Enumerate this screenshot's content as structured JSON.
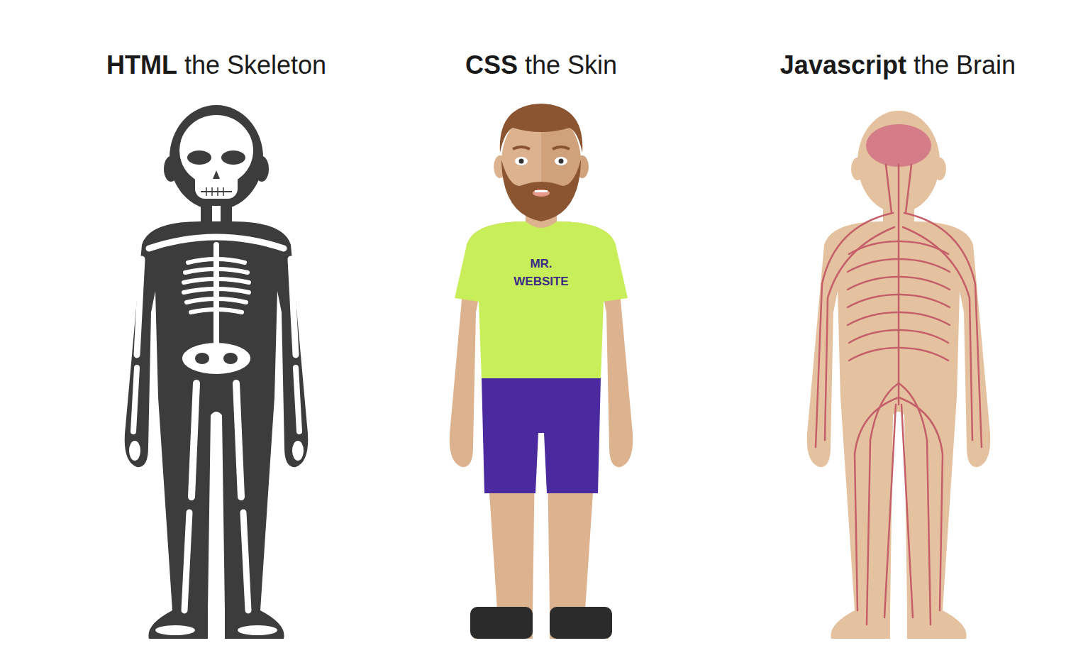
{
  "diagram": {
    "labels": [
      "HTML",
      "the Skeleton",
      "CSS",
      "the Skin",
      "Javascript",
      "the Brain",
      "MR. WEBSITE"
    ]
  }
}
